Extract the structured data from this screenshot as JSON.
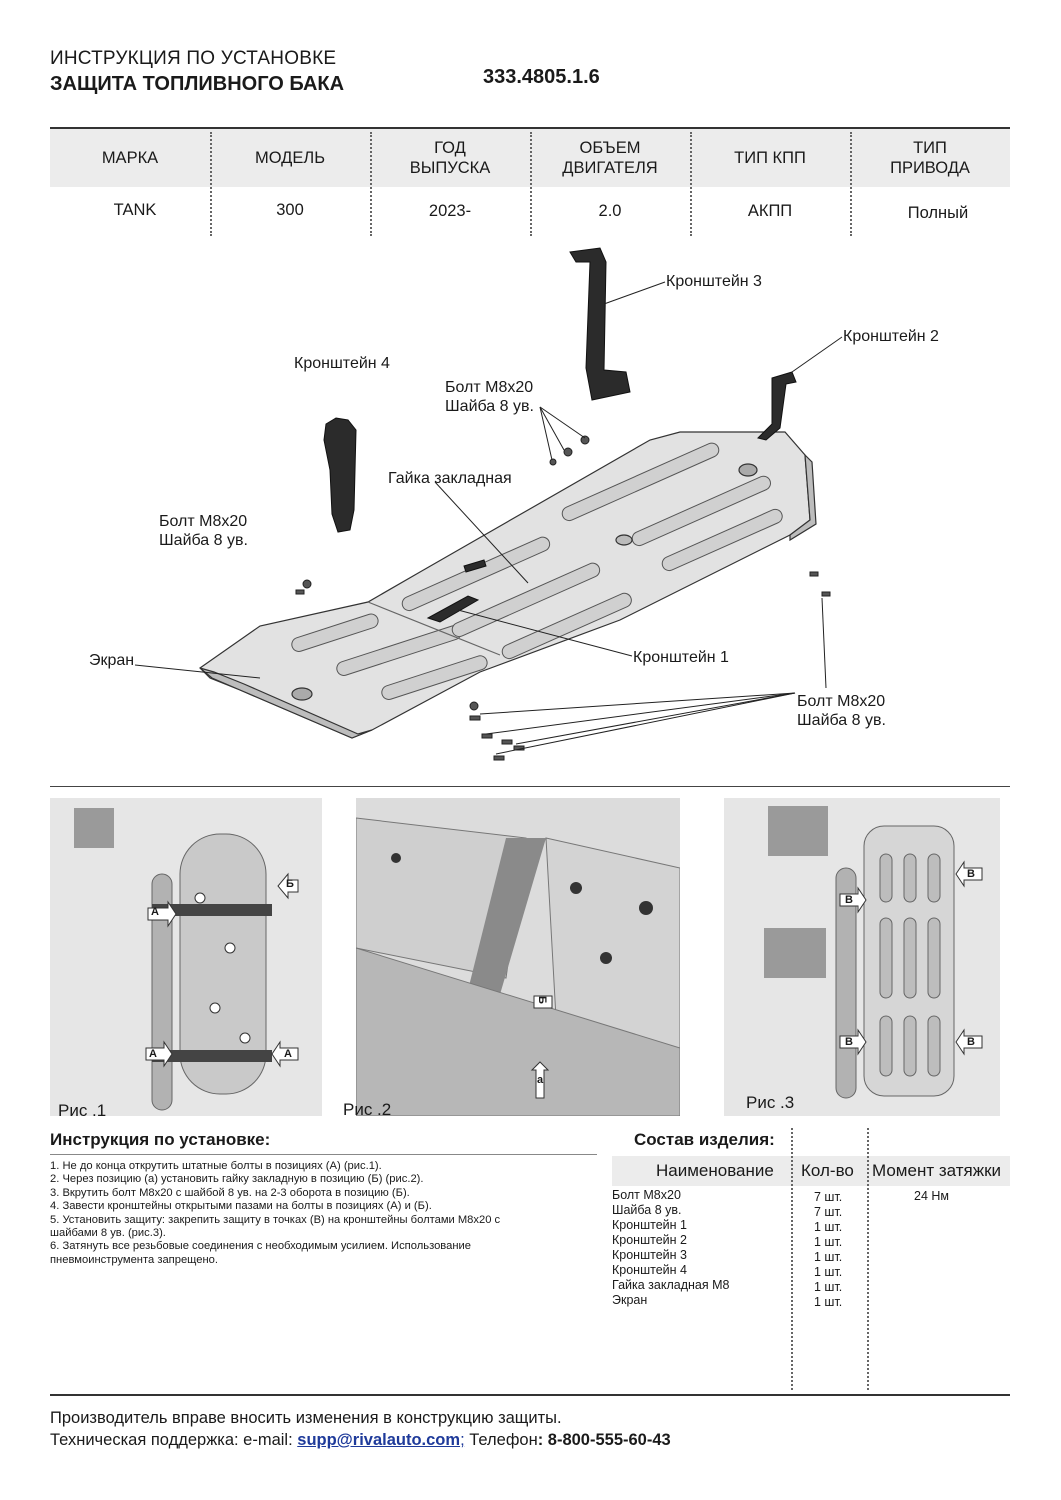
{
  "header": {
    "title_line1": "ИНСТРУКЦИЯ ПО УСТАНОВКЕ",
    "title_line2": "ЗАЩИТА ТОПЛИВНОГО БАКА",
    "part_number": "333.4805.1.6"
  },
  "spec_table": {
    "columns": [
      {
        "head1": "МАРКА",
        "head2": "",
        "value": "TANK"
      },
      {
        "head1": "МОДЕЛЬ",
        "head2": "",
        "value": "300"
      },
      {
        "head1": "ГОД",
        "head2": "ВЫПУСКА",
        "value": "2023-"
      },
      {
        "head1": "ОБЪЕМ",
        "head2": "ДВИГАТЕЛЯ",
        "value": "2.0"
      },
      {
        "head1": "ТИП КПП",
        "head2": "",
        "value": "АКПП"
      },
      {
        "head1": "ТИП",
        "head2": "ПРИВОДА",
        "value": "Полный"
      }
    ]
  },
  "diagram_labels": {
    "bracket3": "Кронштейн 3",
    "bracket2": "Кронштейн 2",
    "bracket4": "Кронштейн 4",
    "bolt_top_1": "Болт М8х20",
    "bolt_top_2": "Шайба 8 ув.",
    "nut": "Гайка закладная",
    "bolt_left_1": "Болт М8х20",
    "bolt_left_2": "Шайба 8 ув.",
    "bracket1": "Кронштейн 1",
    "screen": "Экран",
    "bolt_right_1": "Болт М8х20",
    "bolt_right_2": "Шайба 8 ув."
  },
  "figures": {
    "fig1": {
      "caption": "Рис .1",
      "markers": [
        "А",
        "А",
        "А",
        "Б"
      ]
    },
    "fig2": {
      "caption": "Рис .2",
      "markers": [
        "Б",
        "а"
      ]
    },
    "fig3": {
      "caption": "Рис .3",
      "markers": [
        "В",
        "В",
        "В",
        "В"
      ]
    }
  },
  "instructions": {
    "title": "Инструкция по установке:",
    "steps": [
      "1. Не до конца открутить штатные болты в позициях (А) (рис.1).",
      "2. Через позицию (а) установить гайку закладную в позицию (Б) (рис.2).",
      "3. Вкрутить болт М8х20 с шайбой 8 ув. на 2-3 оборота в позицию (Б).",
      "4. Завести кронштейны открытыми пазами на болты в позициях (А) и (Б).",
      "5. Установить защиту: закрепить защиту в точках (В) на кронштейны болтами М8х20 с",
      "шайбами 8 ув. (рис.3).",
      "6. Затянуть все резьбовые соединения с необходимым усилием. Использование",
      "пневмоинструмента запрещено."
    ]
  },
  "composition": {
    "title": "Состав изделия:",
    "head_name": "Наименование",
    "head_qty": "Кол-во",
    "head_torque": "Момент затяжки",
    "rows": [
      {
        "name": "Болт М8х20",
        "qty": "7 шт.",
        "torque": "24 Нм"
      },
      {
        "name": "Шайба 8 ув.",
        "qty": "7 шт.",
        "torque": ""
      },
      {
        "name": "Кронштейн 1",
        "qty": "1 шт.",
        "torque": ""
      },
      {
        "name": "Кронштейн 2",
        "qty": "1 шт.",
        "torque": ""
      },
      {
        "name": "Кронштейн 3",
        "qty": "1 шт.",
        "torque": ""
      },
      {
        "name": "Кронштейн 4",
        "qty": "1 шт.",
        "torque": ""
      },
      {
        "name": "Гайка закладная М8",
        "qty": "1 шт.",
        "torque": ""
      },
      {
        "name": "Экран",
        "qty": "1 шт.",
        "torque": ""
      }
    ]
  },
  "footer": {
    "disclaimer": "Производитель вправе вносить изменения в конструкцию защиты.",
    "support_prefix": "Техническая поддержка:  e-mail: ",
    "email": "supp@rivalauto.com",
    "email_suffix": ";",
    "phone_prefix": " Телефон",
    "phone": ": 8-800-555-60-43"
  }
}
